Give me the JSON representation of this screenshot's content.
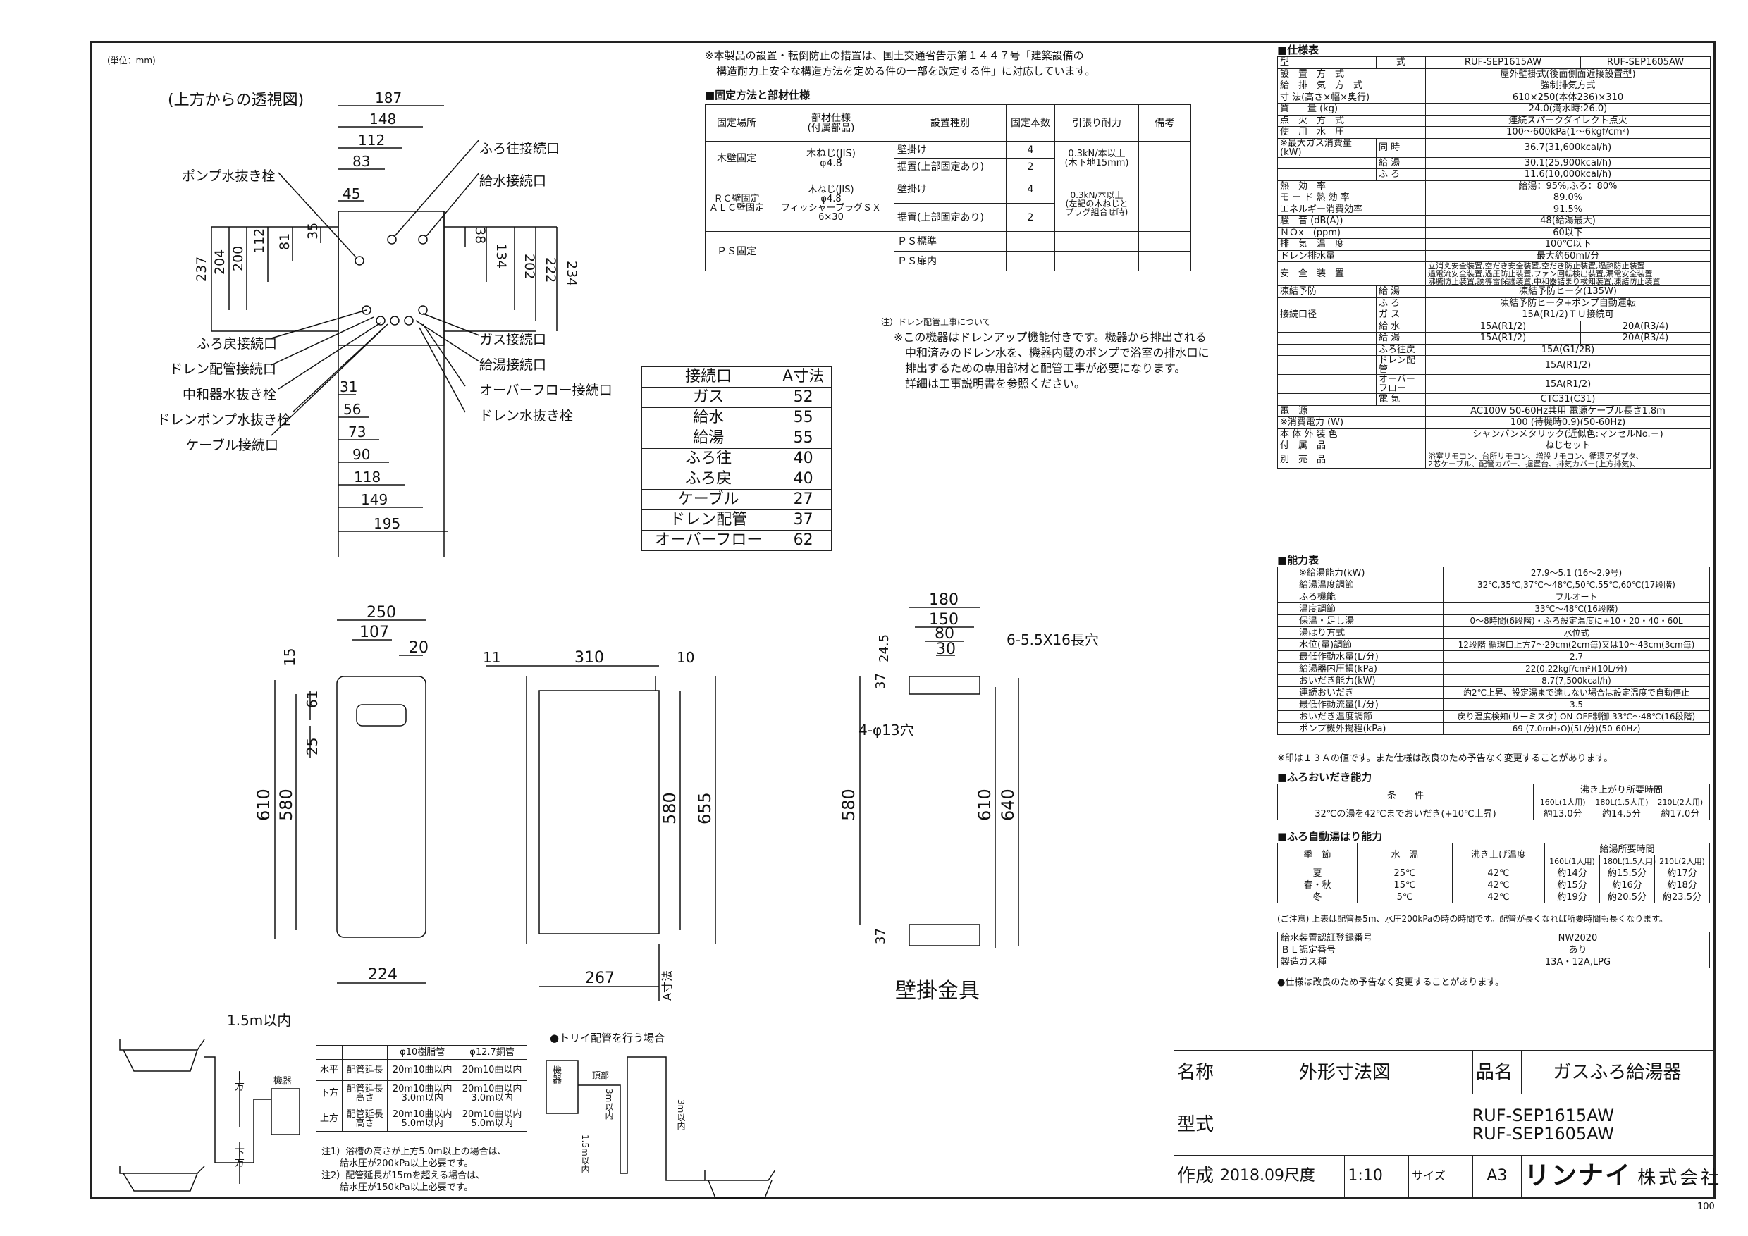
{
  "unit_note": "(単位：mm)",
  "top_view": {
    "caption": "(上方からの透視図)",
    "labels_left": [
      "ポンプ水抜き栓",
      "ふろ戻接続口",
      "ドレン配管接続口",
      "中和器水抜き栓",
      "ドレンポンプ水抜き栓",
      "ケーブル接続口"
    ],
    "labels_right": [
      "ふろ往接続口",
      "給水接続口",
      "ガス接続口",
      "給湯接続口",
      "オーバーフロー接続口",
      "ドレン水抜き栓"
    ],
    "dims_top": [
      "187",
      "148",
      "112",
      "83",
      "45"
    ],
    "dims_bottom": [
      "31",
      "56",
      "73",
      "90",
      "118",
      "149",
      "195"
    ],
    "dims_left": [
      "237",
      "204",
      "200",
      "112",
      "81",
      "35"
    ],
    "dims_right": [
      "38",
      "134",
      "202",
      "222",
      "234"
    ]
  },
  "notes_top": [
    "※本製品の設置・転倒防止の措置は、国土交通省告示第１４４７号「建築設備の",
    "構造耐力上安全な構造方法を定める件の一部を改定する件」に対応しています。"
  ],
  "fix_table": {
    "title": "■固定方法と部材仕様",
    "headers": [
      "固定場所",
      "部材仕様\n(付属部品)",
      "設置種別",
      "固定本数",
      "引張り耐力",
      "備考"
    ],
    "rows": [
      [
        "木壁固定",
        "木ねじ(JIS)\nφ4.8",
        "壁掛け",
        "4",
        "0.3kN/本以上\n(木下地15mm)",
        ""
      ],
      [
        "",
        "",
        "据置(上部固定あり)",
        "2",
        "",
        ""
      ],
      [
        "ＲＣ壁固定\nＡＬＣ壁固定",
        "木ねじ(JIS)\nφ4.8\nフィッシャープラグＳＸ\n6×30",
        "壁掛け",
        "4",
        "0.3kN/本以上\n(左記の木ねじと\nプラグ組合せ時)",
        ""
      ],
      [
        "",
        "",
        "据置(上部固定あり)",
        "2",
        "",
        ""
      ],
      [
        "ＰＳ固定",
        "",
        "ＰＳ標準",
        "",
        "",
        ""
      ],
      [
        "",
        "",
        "ＰＳ扉内",
        "",
        "",
        ""
      ]
    ]
  },
  "drain_note": [
    "注）ドレン配管工事について",
    "※この機器はドレンアップ機能付きです。機器から排出される",
    "中和済みのドレン水を、機器内蔵のポンプで浴室の排水口に",
    "排出するための専用部材と配管工事が必要になります。",
    "詳細は工事説明書を参照ください。"
  ],
  "conn_table": {
    "headers": [
      "接続口",
      "A寸法"
    ],
    "rows": [
      [
        "ガス",
        "52"
      ],
      [
        "給水",
        "55"
      ],
      [
        "給湯",
        "55"
      ],
      [
        "ふろ往",
        "40"
      ],
      [
        "ふろ戻",
        "40"
      ],
      [
        "ケーブル",
        "27"
      ],
      [
        "ドレン配管",
        "37"
      ],
      [
        "オーバーフロー",
        "62"
      ]
    ]
  },
  "front_view": {
    "dims": [
      "250",
      "107",
      "20",
      "15",
      "61",
      "25",
      "610",
      "580",
      "224"
    ]
  },
  "side_view": {
    "dims": [
      "11",
      "310",
      "10",
      "580",
      "655",
      "267",
      "A寸法"
    ]
  },
  "bracket": {
    "title": "壁掛金具",
    "dims": [
      "180",
      "150",
      "80",
      "30",
      "24.5",
      "37",
      "580",
      "610",
      "640",
      "37"
    ],
    "holes_top": "6-5.5X16長穴",
    "holes_bottom": "4-φ13穴"
  },
  "pipe_table": {
    "headers": [
      "",
      "",
      "φ10樹脂管",
      "φ12.7銅管"
    ],
    "rows": [
      [
        "水平",
        "配管延長",
        "20m10曲以内",
        "20m10曲以内"
      ],
      [
        "下方",
        "配管延長\n高さ",
        "20m10曲以内\n3.0m以内",
        "20m10曲以内\n3.0m以内"
      ],
      [
        "上方",
        "配管延長\n高さ",
        "20m10曲以内\n5.0m以内",
        "20m10曲以内\n5.0m以内"
      ]
    ],
    "notes": [
      "注1）浴槽の高さが上方5.0m以上の場合は、",
      "　　給水圧が200kPa以上必要です。",
      "注2）配管延長が15mを超える場合は、",
      "　　給水圧が150kPa以上必要です。"
    ]
  },
  "bath_diagram": {
    "up": "上方",
    "down": "下方",
    "unit": "機器"
  },
  "trap_diagram": {
    "title": "●トリイ配管を行う場合",
    "unit": "機器",
    "top": "頂部",
    "h1": "3m以内",
    "h2": "1.5m以内",
    "h3": "3m以内"
  },
  "spec": {
    "title": "■仕様表",
    "rows": [
      [
        "型",
        "式",
        "RUF-SEP1615AW",
        "RUF-SEP1605AW"
      ],
      [
        "設　置　方　式",
        "",
        "屋外壁掛式(後面側面近接設置型)",
        ""
      ],
      [
        "給　排　気　方　式",
        "",
        "強制排気方式",
        ""
      ],
      [
        "寸 法(高さ×幅×奥行)",
        "",
        "610×250(本体236)×310",
        ""
      ],
      [
        "質　　量 (kg)",
        "",
        "24.0(満水時:26.0)",
        ""
      ],
      [
        "点　火　方　式",
        "",
        "連続スパークダイレクト点火",
        ""
      ],
      [
        "使　用　水　圧",
        "",
        "100～600kPa(1～6kgf/cm²)",
        ""
      ],
      [
        "※最大ガス消費量\n(kW)",
        "同 時",
        "36.7(31,600kcal/h)",
        ""
      ],
      [
        "",
        "給 湯",
        "30.1(25,900kcal/h)",
        ""
      ],
      [
        "",
        "ふ ろ",
        "11.6(10,000kcal/h)",
        ""
      ],
      [
        "熱　効　率",
        "",
        "給湯：95%,ふろ：80%",
        ""
      ],
      [
        "モ ー ド 熱 効 率",
        "",
        "89.0%",
        ""
      ],
      [
        "エネルギー消費効率",
        "",
        "91.5%",
        ""
      ],
      [
        "騒　音 (dB(A))",
        "",
        "48(給湯最大)",
        ""
      ],
      [
        "ＮＯx　(ppm)",
        "",
        "60以下",
        ""
      ],
      [
        "排　気　温　度",
        "",
        "100℃以下",
        ""
      ],
      [
        "ドレン排水量",
        "",
        "最大約60ml/分",
        ""
      ],
      [
        "安　全　装　置",
        "",
        "立消え安全装置,空だき安全装置,空だき防止装置,過熱防止装置\n過電流安全装置,過圧防止装置,ファン回転検出装置,漏電安全装置\n沸騰防止装置,誘導雷保護装置,中和器詰まり検知装置,凍結防止装置",
        ""
      ],
      [
        "凍結予防",
        "給 湯",
        "凍結予防ヒータ(135W)",
        ""
      ],
      [
        "",
        "ふ ろ",
        "凍結予防ヒータ+ポンプ自動運転",
        ""
      ],
      [
        "接続口径",
        "ガ ス",
        "15A(R1/2)ＴＵ接続可",
        ""
      ],
      [
        "",
        "給 水",
        "15A(R1/2)",
        "20A(R3/4)"
      ],
      [
        "",
        "給 湯",
        "15A(R1/2)",
        "20A(R3/4)"
      ],
      [
        "",
        "ふろ往戻",
        "15A(G1/2B)",
        ""
      ],
      [
        "",
        "ドレン配管",
        "15A(R1/2)",
        ""
      ],
      [
        "",
        "オーバーフロー",
        "15A(R1/2)",
        ""
      ],
      [
        "",
        "電 気",
        "CTC31(C31)",
        ""
      ],
      [
        "電　源",
        "",
        "AC100V 50-60Hz共用 電源ケーブル長さ1.8m",
        ""
      ],
      [
        "※消費電力 (W)",
        "",
        "100 (待機時0.9)(50-60Hz)",
        ""
      ],
      [
        "本 体 外 装 色",
        "",
        "シャンパンメタリック(近似色:マンセルNo.－)",
        ""
      ],
      [
        "付　属　品",
        "",
        "ねじセット",
        ""
      ],
      [
        "別　売　品",
        "",
        "浴室リモコン、台所リモコン、増設リモコン、循環アダプタ、\n2芯ケーブル、配管カバー、据置台、排気カバー(上方排気)、",
        ""
      ]
    ]
  },
  "perf": {
    "title": "■能力表",
    "rows": [
      [
        "※給湯能力(kW)",
        "27.9～5.1 (16～2.9号)"
      ],
      [
        "給湯温度調節",
        "32℃,35℃,37℃～48℃,50℃,55℃,60℃(17段階)"
      ],
      [
        "ふろ機能",
        "フルオート"
      ],
      [
        "温度調節",
        "33℃～48℃(16段階)"
      ],
      [
        "保温・足し湯",
        "0～8時間(6段階)・ふろ設定温度に+10・20・40・60L"
      ],
      [
        "湯はり方式",
        "水位式"
      ],
      [
        "水位(量)調節",
        "12段階 循環口上方7～29cm(2cm毎)又は10～43cm(3cm毎)"
      ],
      [
        "最低作動水量(L/分)",
        "2.7"
      ],
      [
        "給湯器内圧損(kPa)",
        "22(0.22kgf/cm²)(10L/分)"
      ],
      [
        "おいだき能力(kW)",
        "8.7(7,500kcal/h)"
      ],
      [
        "連続おいだき",
        "約2℃上昇、設定湯まで達しない場合は設定温度で自動停止"
      ],
      [
        "最低作動流量(L/分)",
        "3.5"
      ],
      [
        "おいだき温度調節",
        "戻り温度検知(サーミスタ) ON-OFF制御 33℃～48℃(16段階)"
      ],
      [
        "ポンプ機外揚程(kPa)",
        "69 (7.0mH₂O)(5L/分)(50-60Hz)"
      ]
    ],
    "note": "※印は１３Ａの値です。また仕様は改良のため予告なく変更することがあります。"
  },
  "bath_reheat": {
    "title": "■ふろおいだき能力",
    "cond": "条　　件",
    "time": "沸き上がり所要時間",
    "cols": [
      "160L(1人用)",
      "180L(1.5人用)",
      "210L(2人用)"
    ],
    "row": [
      "32℃の湯を42℃までおいだき(+10℃上昇)",
      "約13.0分",
      "約14.5分",
      "約17.0分"
    ]
  },
  "bath_fill": {
    "title": "■ふろ自動湯はり能力",
    "headers": [
      "季　節",
      "水　温",
      "沸き上げ温度",
      "給湯所要時間"
    ],
    "cols": [
      "160L(1人用)",
      "180L(1.5人用)",
      "210L(2人用)"
    ],
    "rows": [
      [
        "夏",
        "25℃",
        "42℃",
        "約14分",
        "約15.5分",
        "約17分"
      ],
      [
        "春・秋",
        "15℃",
        "42℃",
        "約15分",
        "約16分",
        "約18分"
      ],
      [
        "冬",
        "5℃",
        "42℃",
        "約19分",
        "約20.5分",
        "約23.5分"
      ]
    ],
    "note": "(ご注意) 上表は配管長5m、水圧200kPaの時の時間です。配管が長くなれば所要時間も長くなります。"
  },
  "cert": {
    "rows": [
      [
        "給水装置認証登録番号",
        "NW2020"
      ],
      [
        "ＢＬ認定番号",
        "あり"
      ],
      [
        "製造ガス種",
        "13A・12A,LPG"
      ]
    ],
    "note": "●仕様は改良のため予告なく変更することがあります。"
  },
  "title_block": {
    "name_label": "名称",
    "name": "外形寸法図",
    "product_label": "品名",
    "product": "ガスふろ給湯器",
    "model_label": "型式",
    "models": [
      "RUF-SEP1615AW",
      "RUF-SEP1605AW"
    ],
    "made_label": "作成",
    "date": "2018.09",
    "scale_label": "尺度",
    "scale": "1:10",
    "size_label": "サイズ",
    "size": "A3",
    "company_logo": "リンナイ",
    "company": "株式会社"
  },
  "page_no": "100"
}
